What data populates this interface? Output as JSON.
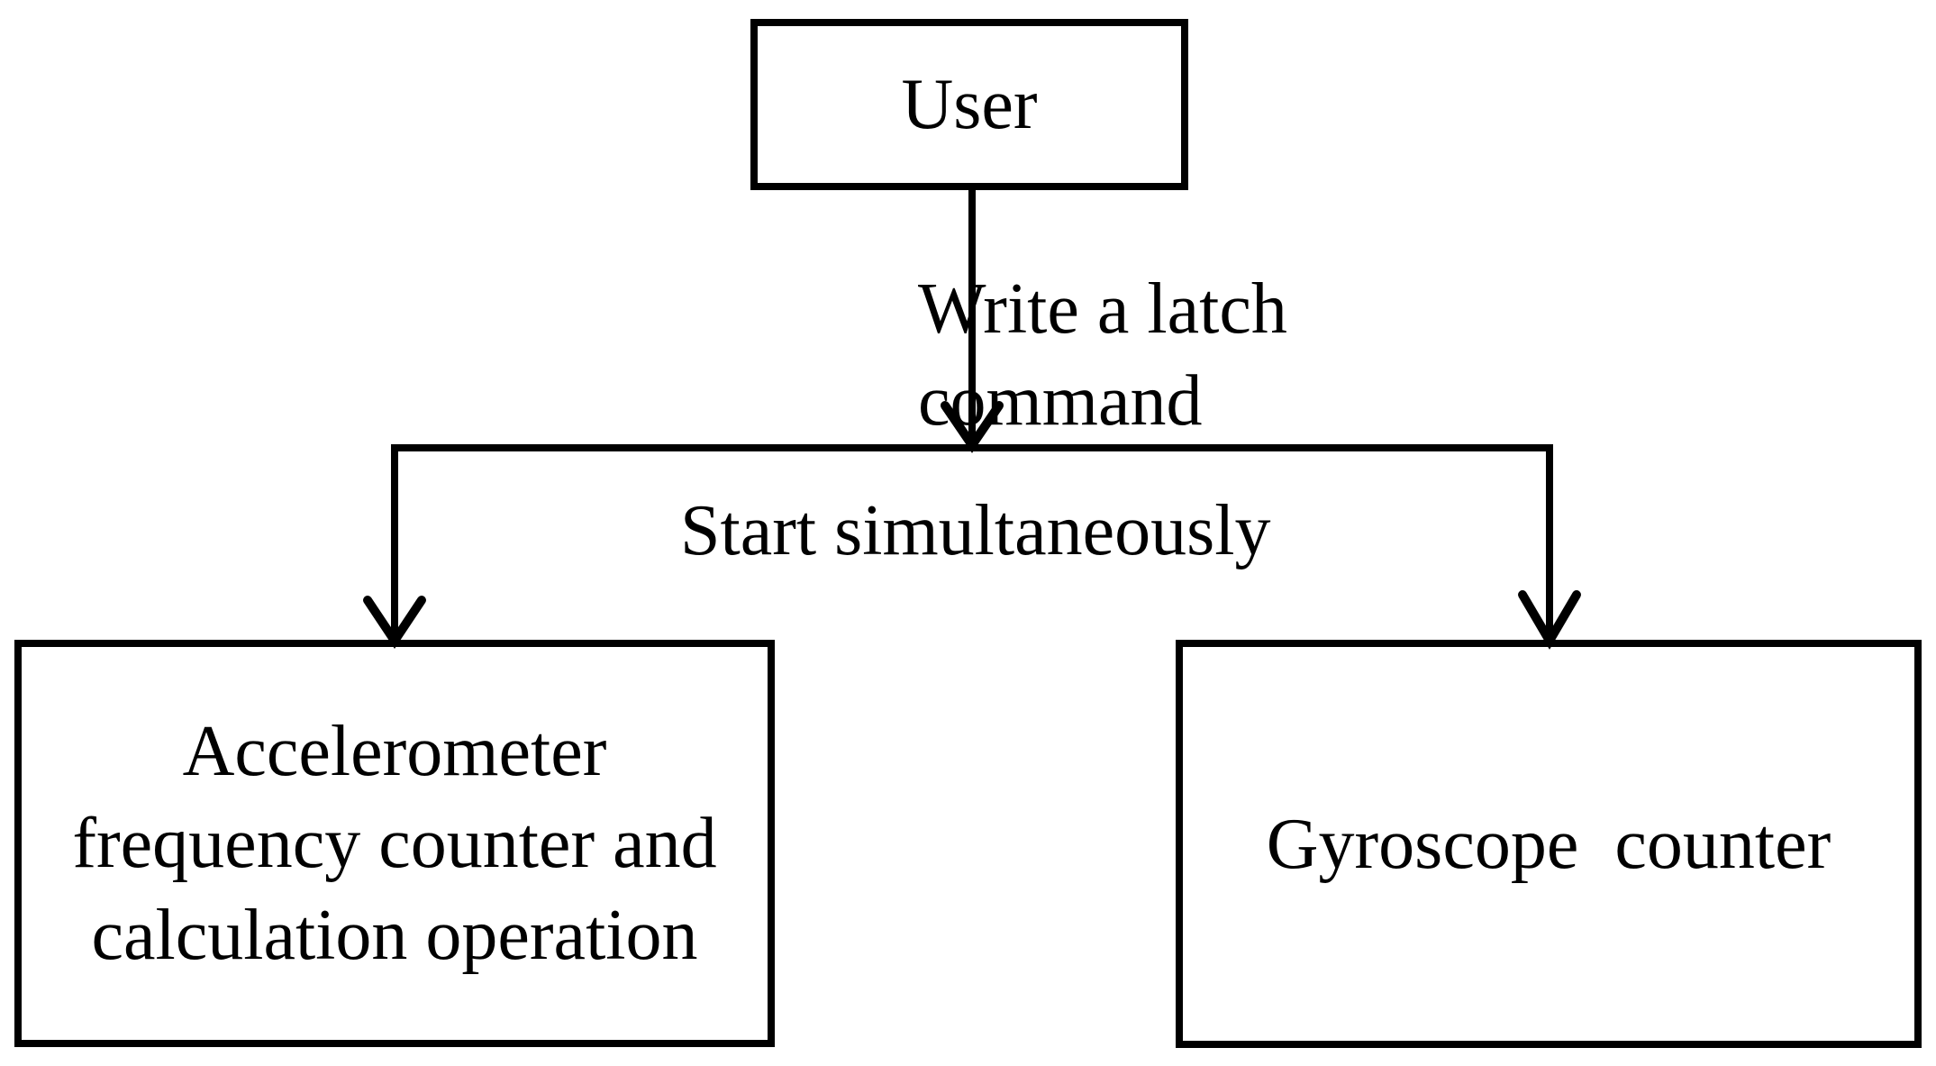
{
  "canvas": {
    "background": "#ffffff",
    "stroke_color": "#000000",
    "text_color": "#000000"
  },
  "nodes": {
    "user": {
      "label": "User"
    },
    "accelerometer": {
      "label": "Accelerometer\nfrequency counter and\ncalculation operation"
    },
    "gyroscope": {
      "label": "Gyroscope  counter"
    }
  },
  "edge_labels": {
    "write_latch": {
      "label": "Write a latch\ncommand"
    },
    "start_simultaneously": {
      "label": "Start simultaneously"
    }
  }
}
